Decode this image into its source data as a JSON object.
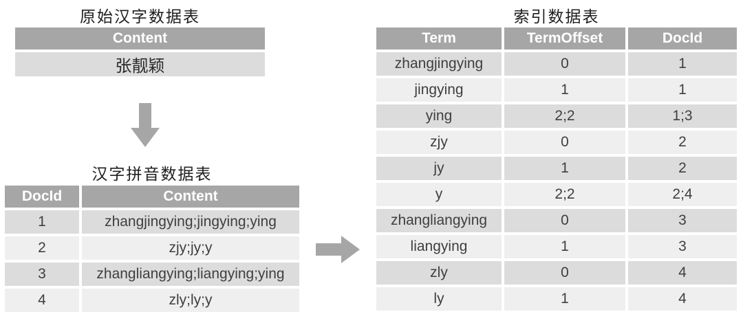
{
  "colors": {
    "header_bg": "#a6a6a6",
    "header_text": "#ffffff",
    "row_dark": "#dcdcdc",
    "row_light": "#efefef",
    "cell_text": "#3f3f3f",
    "arrow": "#a6a6a6"
  },
  "original_table": {
    "title": "原始汉字数据表",
    "columns": [
      "Content"
    ],
    "rows": [
      [
        "张靓颖"
      ]
    ]
  },
  "pinyin_table": {
    "title": "汉字拼音数据表",
    "columns": [
      "DocId",
      "Content"
    ],
    "rows": [
      [
        "1",
        "zhangjingying;jingying;ying"
      ],
      [
        "2",
        "zjy;jy;y"
      ],
      [
        "3",
        "zhangliangying;liangying;ying"
      ],
      [
        "4",
        "zly;ly;y"
      ]
    ]
  },
  "index_table": {
    "title": "索引数据表",
    "columns": [
      "Term",
      "TermOffset",
      "DocId"
    ],
    "rows": [
      [
        "zhangjingying",
        "0",
        "1"
      ],
      [
        "jingying",
        "1",
        "1"
      ],
      [
        "ying",
        "2;2",
        "1;3"
      ],
      [
        "zjy",
        "0",
        "2"
      ],
      [
        "jy",
        "1",
        "2"
      ],
      [
        "y",
        "2;2",
        "2;4"
      ],
      [
        "zhangliangying",
        "0",
        "3"
      ],
      [
        "liangying",
        "1",
        "3"
      ],
      [
        "zly",
        "0",
        "4"
      ],
      [
        "ly",
        "1",
        "4"
      ]
    ]
  },
  "icons": {
    "down_arrow": "down-block-arrow",
    "right_arrow": "right-block-arrow"
  }
}
